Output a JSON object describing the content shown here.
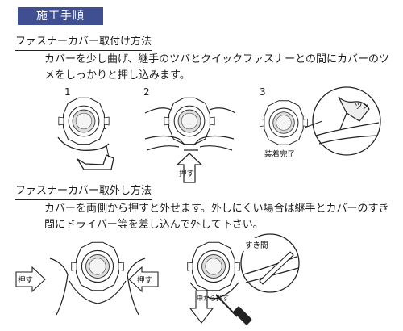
{
  "section_tag": "施工手順",
  "install": {
    "heading": "ファスナーカバー取付け方法",
    "description": "カバーを少し曲げ、継手のツバとクイックファスナーとの間にカバーのツメをしっかりと押し込みます。",
    "steps": [
      "1",
      "2",
      "3"
    ],
    "push_label": "押す",
    "claw_label": "ツメ",
    "complete_label": "装着完了"
  },
  "removal": {
    "heading": "ファスナーカバー取外し方法",
    "description": "カバーを両側から押すと外せます。外しにくい場合は継手とカバーのすき間にドライバー等を差し込んで外して下さい。",
    "push_left_label": "押す",
    "push_right_label": "押す",
    "gap_label": "すき間",
    "push_center_label": "中から押す"
  },
  "colors": {
    "tag_background": "#3f4f92",
    "tag_text": "#ffffff"
  }
}
